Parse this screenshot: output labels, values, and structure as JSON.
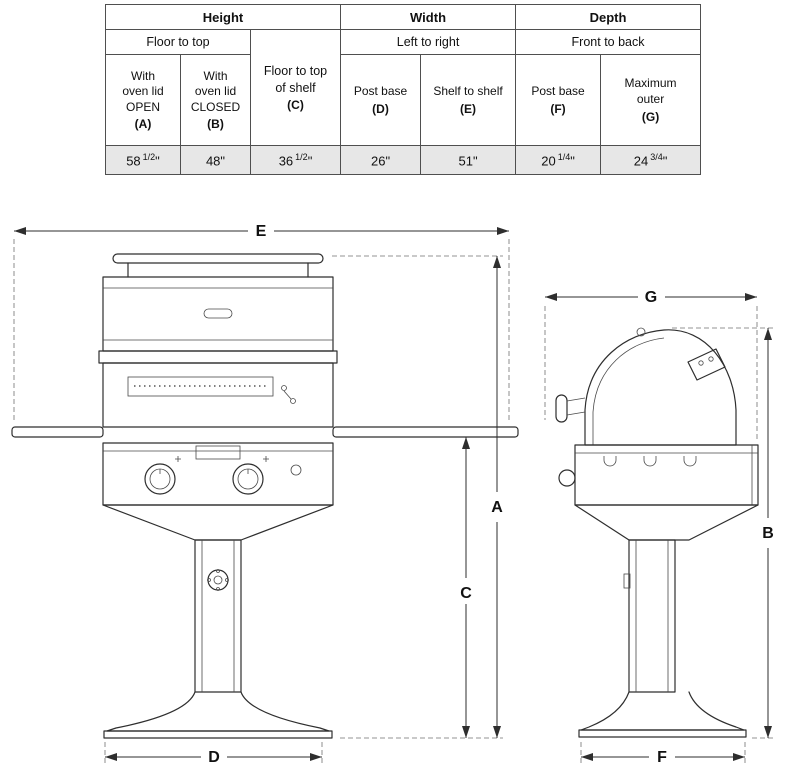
{
  "colors": {
    "value_row_bg": "#e7e7e7",
    "line": "#2e2e2e"
  },
  "spec_table": {
    "groups": {
      "height": "Height",
      "width": "Width",
      "depth": "Depth"
    },
    "subheaders": {
      "floor_to_top": "Floor to top",
      "left_to_right": "Left to right",
      "front_to_back": "Front to back"
    },
    "column_headers": {
      "a": {
        "text": "With\noven lid\nOPEN",
        "code": "(A)"
      },
      "b": {
        "text": "With\noven lid\nCLOSED",
        "code": "(B)"
      },
      "c": {
        "text": "Floor to top\nof shelf",
        "code": "(C)"
      },
      "d": {
        "text": "Post base",
        "code": "(D)"
      },
      "e": {
        "text": "Shelf to shelf",
        "code": "(E)"
      },
      "f": {
        "text": "Post base",
        "code": "(F)"
      },
      "g": {
        "text": "Maximum\nouter",
        "code": "(G)"
      }
    },
    "values": {
      "a": {
        "whole": "58",
        "frac": "1/2",
        "unit": "\""
      },
      "b": {
        "whole": "48",
        "frac": "",
        "unit": "\""
      },
      "c": {
        "whole": "36",
        "frac": "1/2",
        "unit": "\""
      },
      "d": {
        "whole": "26",
        "frac": "",
        "unit": "\""
      },
      "e": {
        "whole": "51",
        "frac": "",
        "unit": "\""
      },
      "f": {
        "whole": "20",
        "frac": "1/4",
        "unit": "\""
      },
      "g": {
        "whole": "24",
        "frac": "3/4",
        "unit": "\""
      }
    }
  },
  "diagram": {
    "front_view": {
      "labels": {
        "shelf_to_shelf": "E",
        "height_lid_open": "A",
        "floor_to_shelf": "C",
        "post_base_width": "D"
      }
    },
    "side_view": {
      "labels": {
        "maximum_outer_depth": "G",
        "height_lid_closed": "B",
        "post_base_depth": "F"
      }
    }
  }
}
